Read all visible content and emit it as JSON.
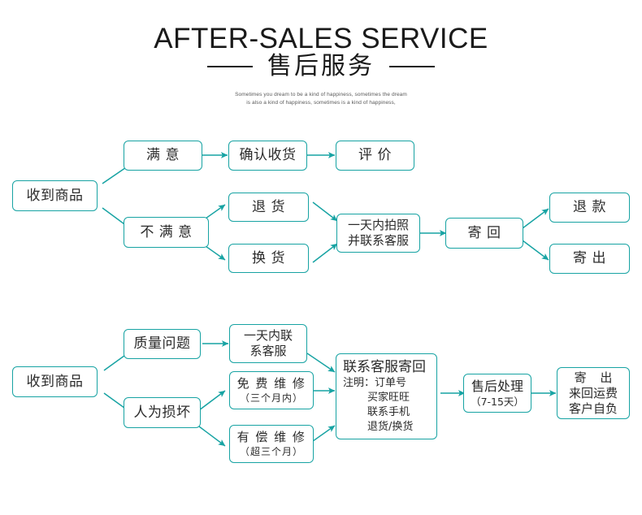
{
  "header": {
    "title_en": "AFTER-SALES SERVICE",
    "title_cn": "售后服务",
    "subtitle_line1": "Sometimes you dream to be a kind of happiness, sometimes the dream",
    "subtitle_line2": "is also a kind of happiness, sometimes is a kind of happiness,"
  },
  "colors": {
    "border": "#17a3a3",
    "arrow": "#17a3a3",
    "text": "#2b2b2b",
    "title": "#1a1a1a",
    "background": "#ffffff"
  },
  "flow1": {
    "start": "收到商品",
    "satisfied": "满 意",
    "confirm_receipt": "确认收货",
    "review": "评 价",
    "unsatisfied": "不 满 意",
    "return_goods": "退 货",
    "exchange_goods": "换 货",
    "photo_contact_l1": "一天内拍照",
    "photo_contact_l2": "并联系客服",
    "send_back": "寄 回",
    "refund": "退 款",
    "send_out": "寄 出"
  },
  "flow2": {
    "start": "收到商品",
    "quality_issue": "质量问题",
    "contact_l1": "一天内联",
    "contact_l2": "系客服",
    "human_damage": "人为损坏",
    "free_repair": "免 费 维 修",
    "free_repair_note": "（三个月内）",
    "paid_repair": "有 偿 维 修",
    "paid_repair_note": "（超三个月）",
    "contact_send_back_head": "联系客服寄回",
    "contact_send_back_n1": "注明：订单号",
    "contact_send_back_n2": "买家旺旺",
    "contact_send_back_n3": "联系手机",
    "contact_send_back_n4": "退货/换货",
    "after_sales_process": "售后处理",
    "after_sales_days": "（7-15天）",
    "send_out": "寄 出",
    "send_out_n1": "来回运费",
    "send_out_n2": "客户自负"
  }
}
